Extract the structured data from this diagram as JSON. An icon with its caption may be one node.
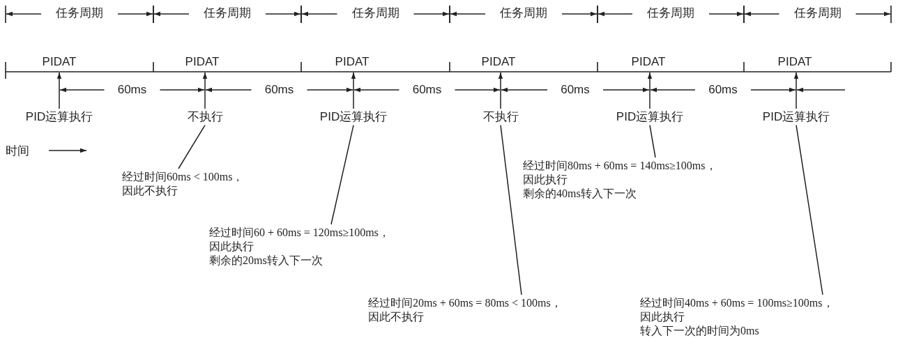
{
  "diagram": {
    "nodes": [
      {
        "text": [
          "PID运算执行"
        ]
      },
      {
        "text": [
          "不执行"
        ]
      },
      {
        "text": [
          "PID运算执行"
        ]
      },
      {
        "text": [
          "不执行"
        ]
      },
      {
        "text": [
          "PID运算执行"
        ]
      },
      {
        "text": [
          "PID运算执行"
        ]
      },
      {
        "text": [
          "经过时间60ms < 100ms，",
          "因此不执行"
        ]
      },
      {
        "text": [
          "经过时间60 + 60ms = 120ms≥100ms，",
          "因此执行",
          "剩余的20ms转入下一次"
        ]
      },
      {
        "text": [
          "经过时间20ms + 60ms = 80ms < 100ms，",
          "因此不执行"
        ]
      },
      {
        "text": [
          "经过时间80ms + 60ms = 140ms≥100ms，",
          "因此执行",
          "剩余的40ms转入下一次"
        ]
      },
      {
        "text": [
          "经过时间40ms + 60ms = 100ms≥100ms，",
          "因此执行",
          "转入下一次的时间为0ms"
        ]
      },
      {
        "text": [
          "PIDAT"
        ]
      },
      {
        "text": [
          "PIDAT"
        ]
      },
      {
        "text": [
          "PIDAT"
        ]
      },
      {
        "text": [
          "PIDAT"
        ]
      },
      {
        "text": [
          "PIDAT"
        ]
      },
      {
        "text": [
          "PIDAT"
        ]
      }
    ],
    "edges": [
      {
        "from": 0,
        "to": 11,
        "arrow": "to"
      },
      {
        "from": 1,
        "to": 12,
        "arrow": "to"
      },
      {
        "from": 2,
        "to": 13,
        "arrow": "to"
      },
      {
        "from": 3,
        "to": 14,
        "arrow": "to"
      },
      {
        "from": 4,
        "to": 15,
        "arrow": "to"
      },
      {
        "from": 5,
        "to": 16,
        "arrow": "to"
      },
      {
        "from": 6,
        "to": 1,
        "arrow": "none"
      },
      {
        "from": 7,
        "to": 2,
        "arrow": "none"
      },
      {
        "from": 8,
        "to": 3,
        "arrow": "none"
      },
      {
        "from": 9,
        "to": 4,
        "arrow": "none"
      },
      {
        "from": 10,
        "to": 5,
        "arrow": "none"
      }
    ],
    "labels": [
      "任务周期",
      "任务周期",
      "任务周期",
      "任务周期",
      "任务周期",
      "任务周期",
      "60ms",
      "60ms",
      "60ms",
      "60ms",
      "60ms",
      "时间"
    ]
  }
}
